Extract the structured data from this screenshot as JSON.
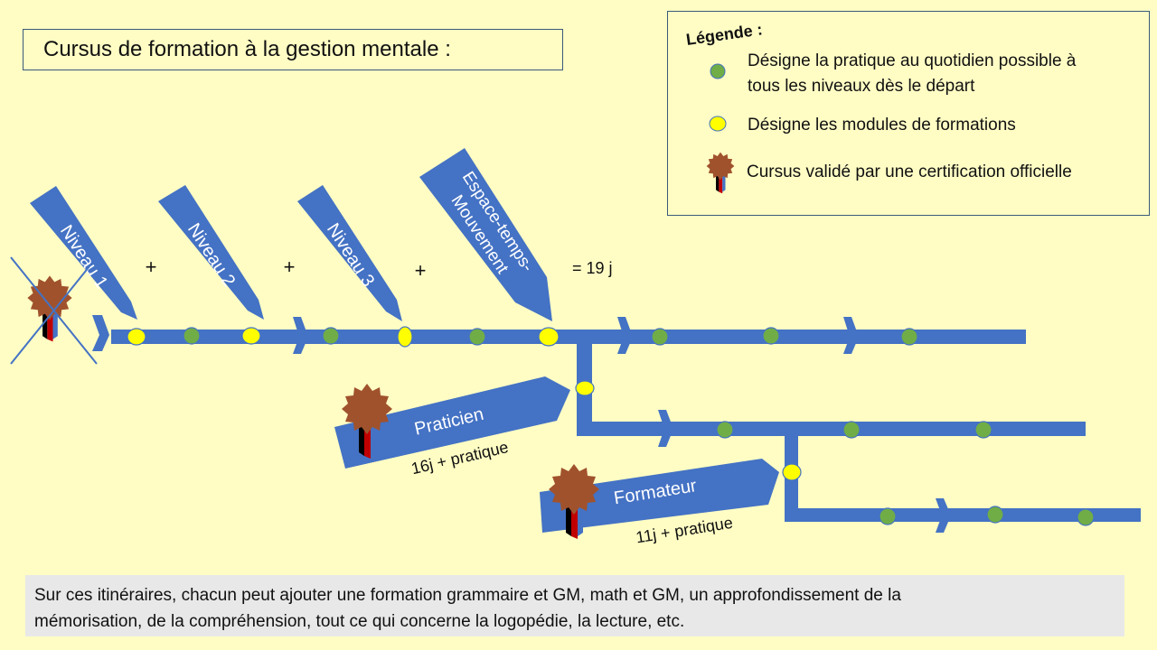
{
  "title": "Cursus de formation à la  gestion mentale :",
  "legend": {
    "heading": "Légende :",
    "green_line1": "Désigne la pratique au quotidien possible à",
    "green_line2": "tous les niveaux dès le départ",
    "yellow": "Désigne les modules de formations",
    "medal": "Cursus validé par une certification officielle"
  },
  "levels": [
    "Niveau 1",
    "Niveau 2",
    "Niveau 3"
  ],
  "level4_line1": "Espace-temps-",
  "level4_line2": "Mouvement",
  "plus": "+",
  "total": "= 19 j",
  "praticien": {
    "label": "Praticien",
    "duration": "16j + pratique"
  },
  "formateur": {
    "label": "Formateur",
    "duration": "11j + pratique"
  },
  "footer_line1": "Sur ces itinéraires, chacun peut ajouter une formation grammaire et GM, math et GM, un approfondissement de la",
  "footer_line2": "mémorisation, de la compréhension, tout ce qui concerne la logopédie, la lecture, etc.",
  "colors": {
    "blue": "#4472c4",
    "green": "#70ad47",
    "yellow": "#ffff00",
    "medal": "#a0522d",
    "background": "#fffdc4"
  }
}
